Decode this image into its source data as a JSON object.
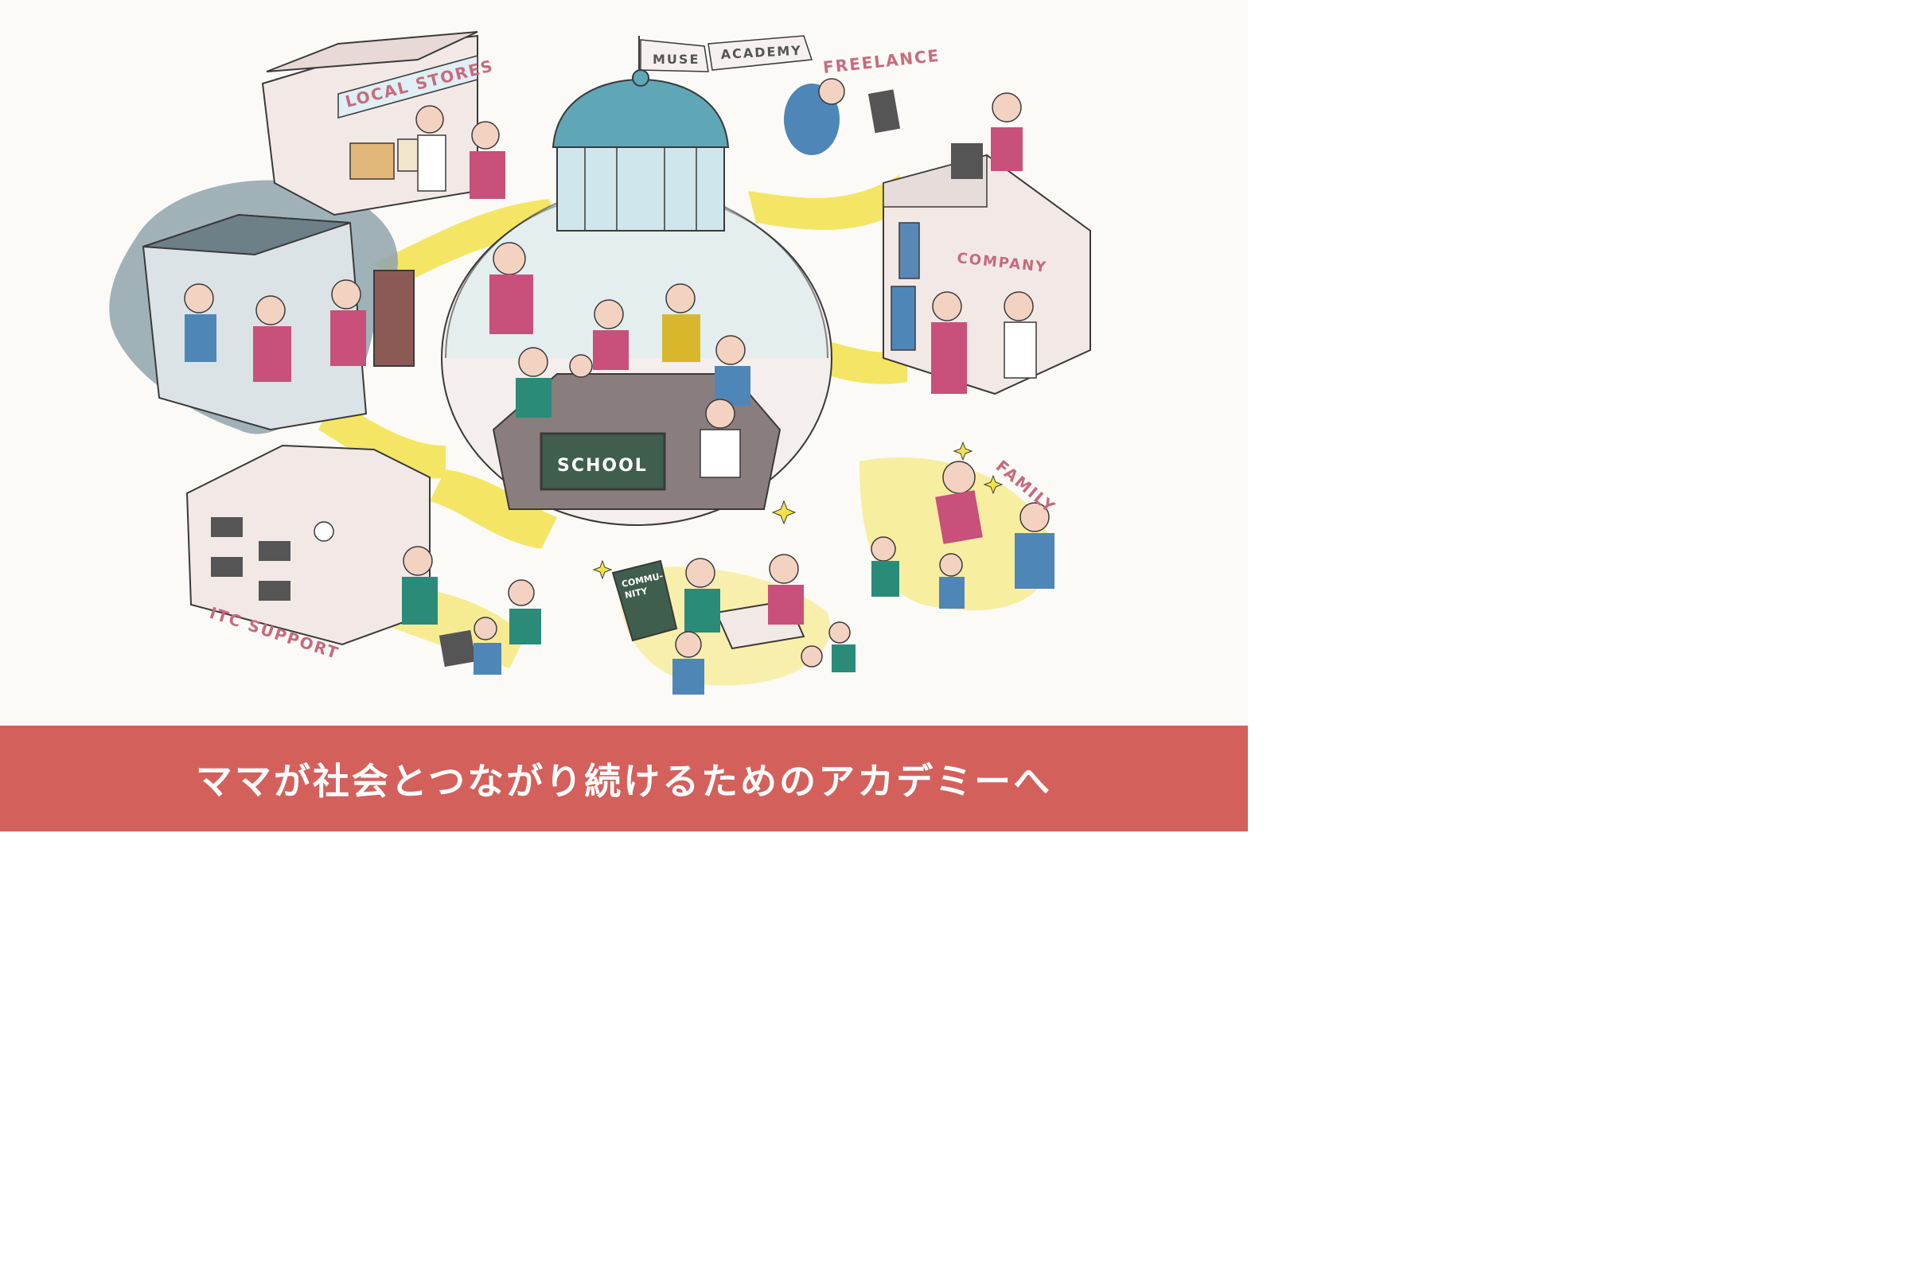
{
  "illustration": {
    "labels": {
      "local_stores": "LOCAL STORES",
      "muse": "MUSE",
      "academy": "ACADEMY",
      "freelance": "FREELANCE",
      "company": "COMPANY",
      "school": "SCHOOL",
      "family": "FAMILY",
      "community_line1": "COMMU-",
      "community_line2": "NITY",
      "itc_support": "ITC SUPPORT"
    },
    "colors": {
      "path_yellow": "#f3e14a",
      "dome_teal": "#5fa6b6",
      "shadow_gray": "#8fa4ad",
      "label_pink": "#c86a7d",
      "building": "#f2e9e6"
    }
  },
  "banner": {
    "text": "ママが社会とつながり続けるためのアカデミーへ",
    "background": "#d4605b"
  }
}
